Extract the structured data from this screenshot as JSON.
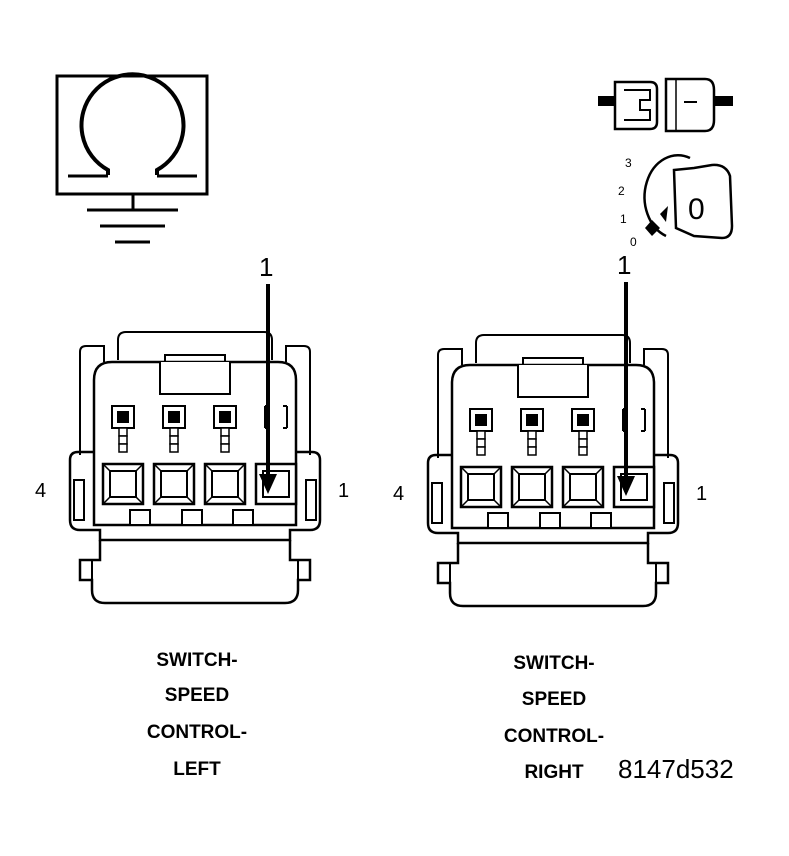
{
  "ohmmeter": {
    "icon": "ohmmeter-ground-icon"
  },
  "ignition": {
    "plug_icon": "connector-plug-icon",
    "key_icon": "ignition-key-icon",
    "positions": [
      "3",
      "2",
      "1",
      "0"
    ],
    "key_label": "0"
  },
  "left_connector": {
    "arrow_label": "1",
    "pin_left": "4",
    "pin_right": "1",
    "caption": [
      "SWITCH-",
      "SPEED",
      "CONTROL-",
      "LEFT"
    ]
  },
  "right_connector": {
    "arrow_label": "1",
    "pin_left": "4",
    "pin_right": "1",
    "caption": [
      "SWITCH-",
      "SPEED",
      "CONTROL-",
      "RIGHT"
    ]
  },
  "figure_id": "8147d532"
}
